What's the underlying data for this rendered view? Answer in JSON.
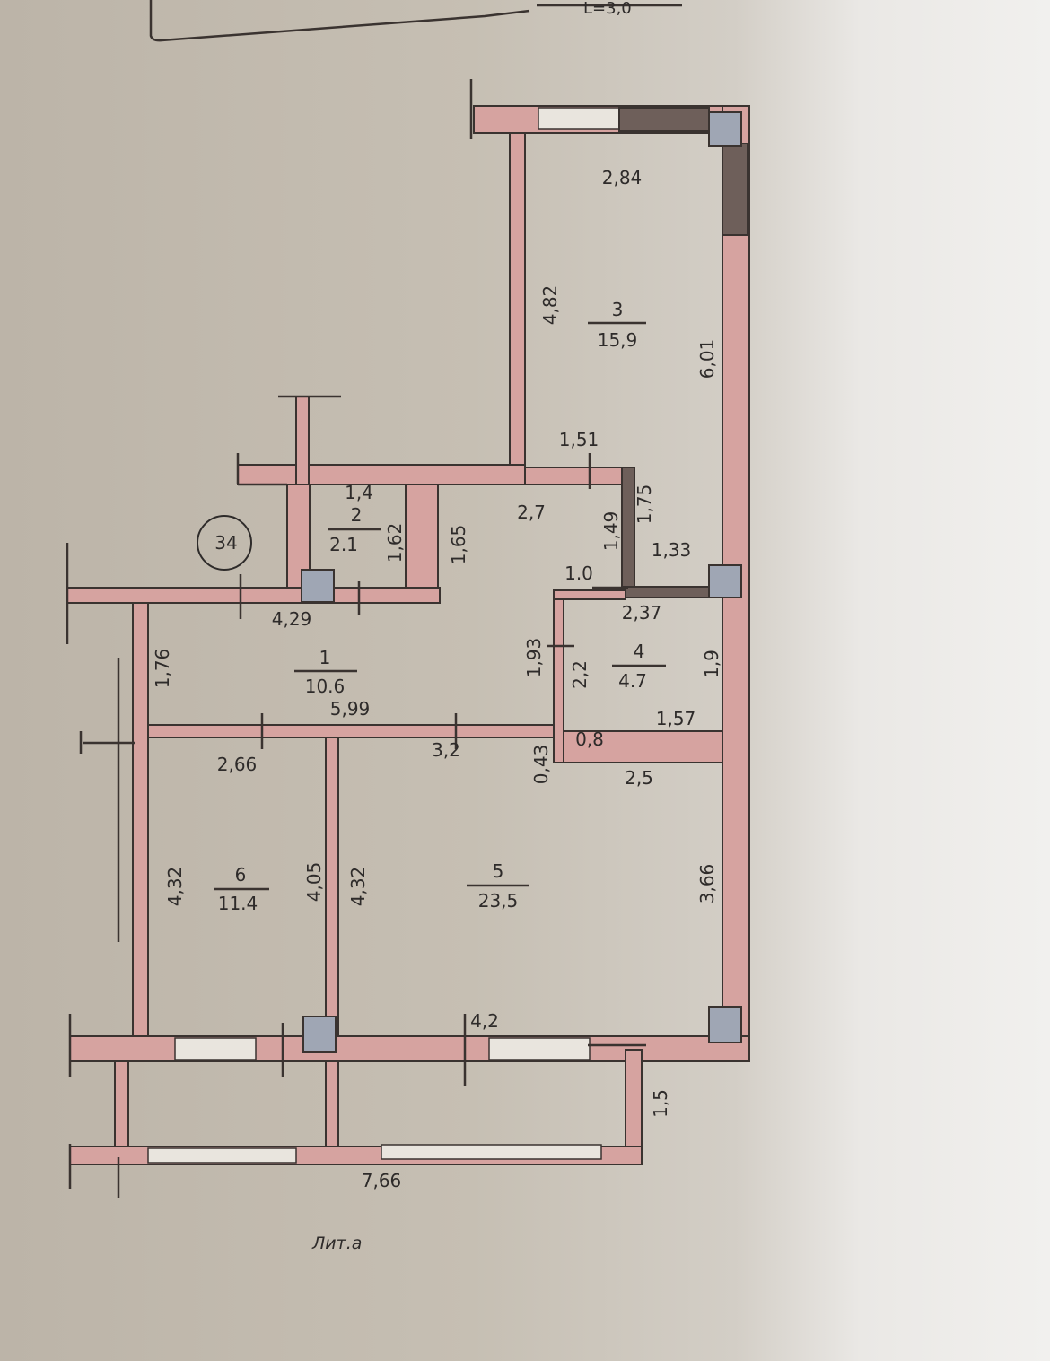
{
  "plan": {
    "top_partial_label": "L=3,0",
    "footer_label": "Лит.а",
    "apartment_number": "34",
    "rooms": [
      {
        "number": "1",
        "area": "10.6"
      },
      {
        "number": "2",
        "area": "2.1"
      },
      {
        "number": "3",
        "area": "15,9"
      },
      {
        "number": "4",
        "area": "4.7"
      },
      {
        "number": "5",
        "area": "23,5"
      },
      {
        "number": "6",
        "area": "11.4"
      }
    ],
    "dimensions": {
      "d284": "2,84",
      "d482": "4,82",
      "d601": "6,01",
      "d151": "1,51",
      "d14": "1,4",
      "d162": "1,62",
      "d165": "1,65",
      "d27": "2,7",
      "d149": "1,49",
      "d175": "1,75",
      "d133": "1,33",
      "d10": "1.0",
      "d429": "4,29",
      "d237": "2,37",
      "d176": "1,76",
      "d193": "1,93",
      "d22": "2,2",
      "d19": "1,9",
      "d599": "5,99",
      "d157": "1,57",
      "d08": "0,8",
      "d266": "2,66",
      "d32": "3,2",
      "d043": "0,43",
      "d25": "2,5",
      "d432a": "4,32",
      "d405": "4,05",
      "d432b": "4,32",
      "d366": "3,66",
      "d42": "4,2",
      "d15": "1,5",
      "d766": "7,66"
    }
  }
}
